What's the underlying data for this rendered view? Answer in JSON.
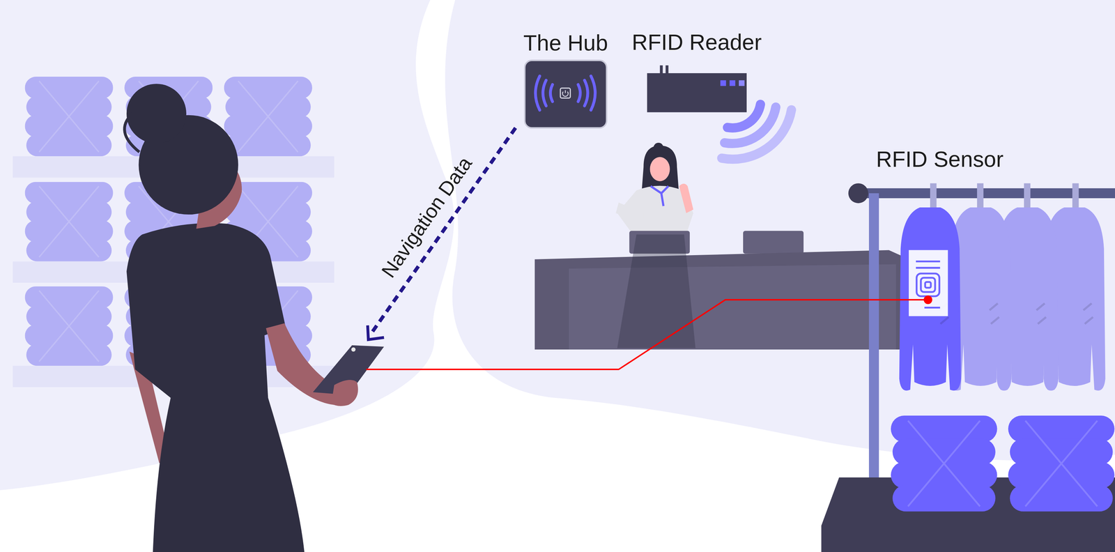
{
  "diagram": {
    "nodes": [
      {
        "text": [
          "The Hub"
        ]
      },
      {
        "text": [
          "RFID Reader"
        ]
      }
    ],
    "labels": [
      "RFID Sensor",
      "Navigation Data"
    ]
  }
}
